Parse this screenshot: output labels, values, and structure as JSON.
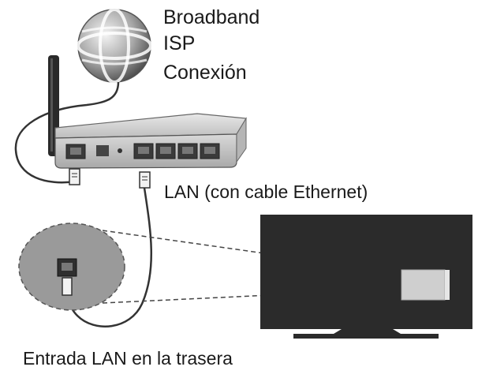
{
  "labels": {
    "isp_line1": "Broadband",
    "isp_line2": "ISP",
    "isp_line3": "Conexión",
    "lan_cable": "LAN (con cable Ethernet)",
    "rear_input": "Entrada LAN en la trasera"
  },
  "colors": {
    "tv_frame": "#2b2b2b",
    "tv_port_panel": "#cfcfcf",
    "router_body": "#d2d2d2",
    "zoom_circle": "#9a9a9a",
    "cable": "#333333"
  },
  "icons": {
    "globe": "globe-icon",
    "router": "router-icon",
    "television": "tv-icon",
    "lan_plug": "ethernet-plug-icon",
    "lan_port": "ethernet-port-icon"
  }
}
